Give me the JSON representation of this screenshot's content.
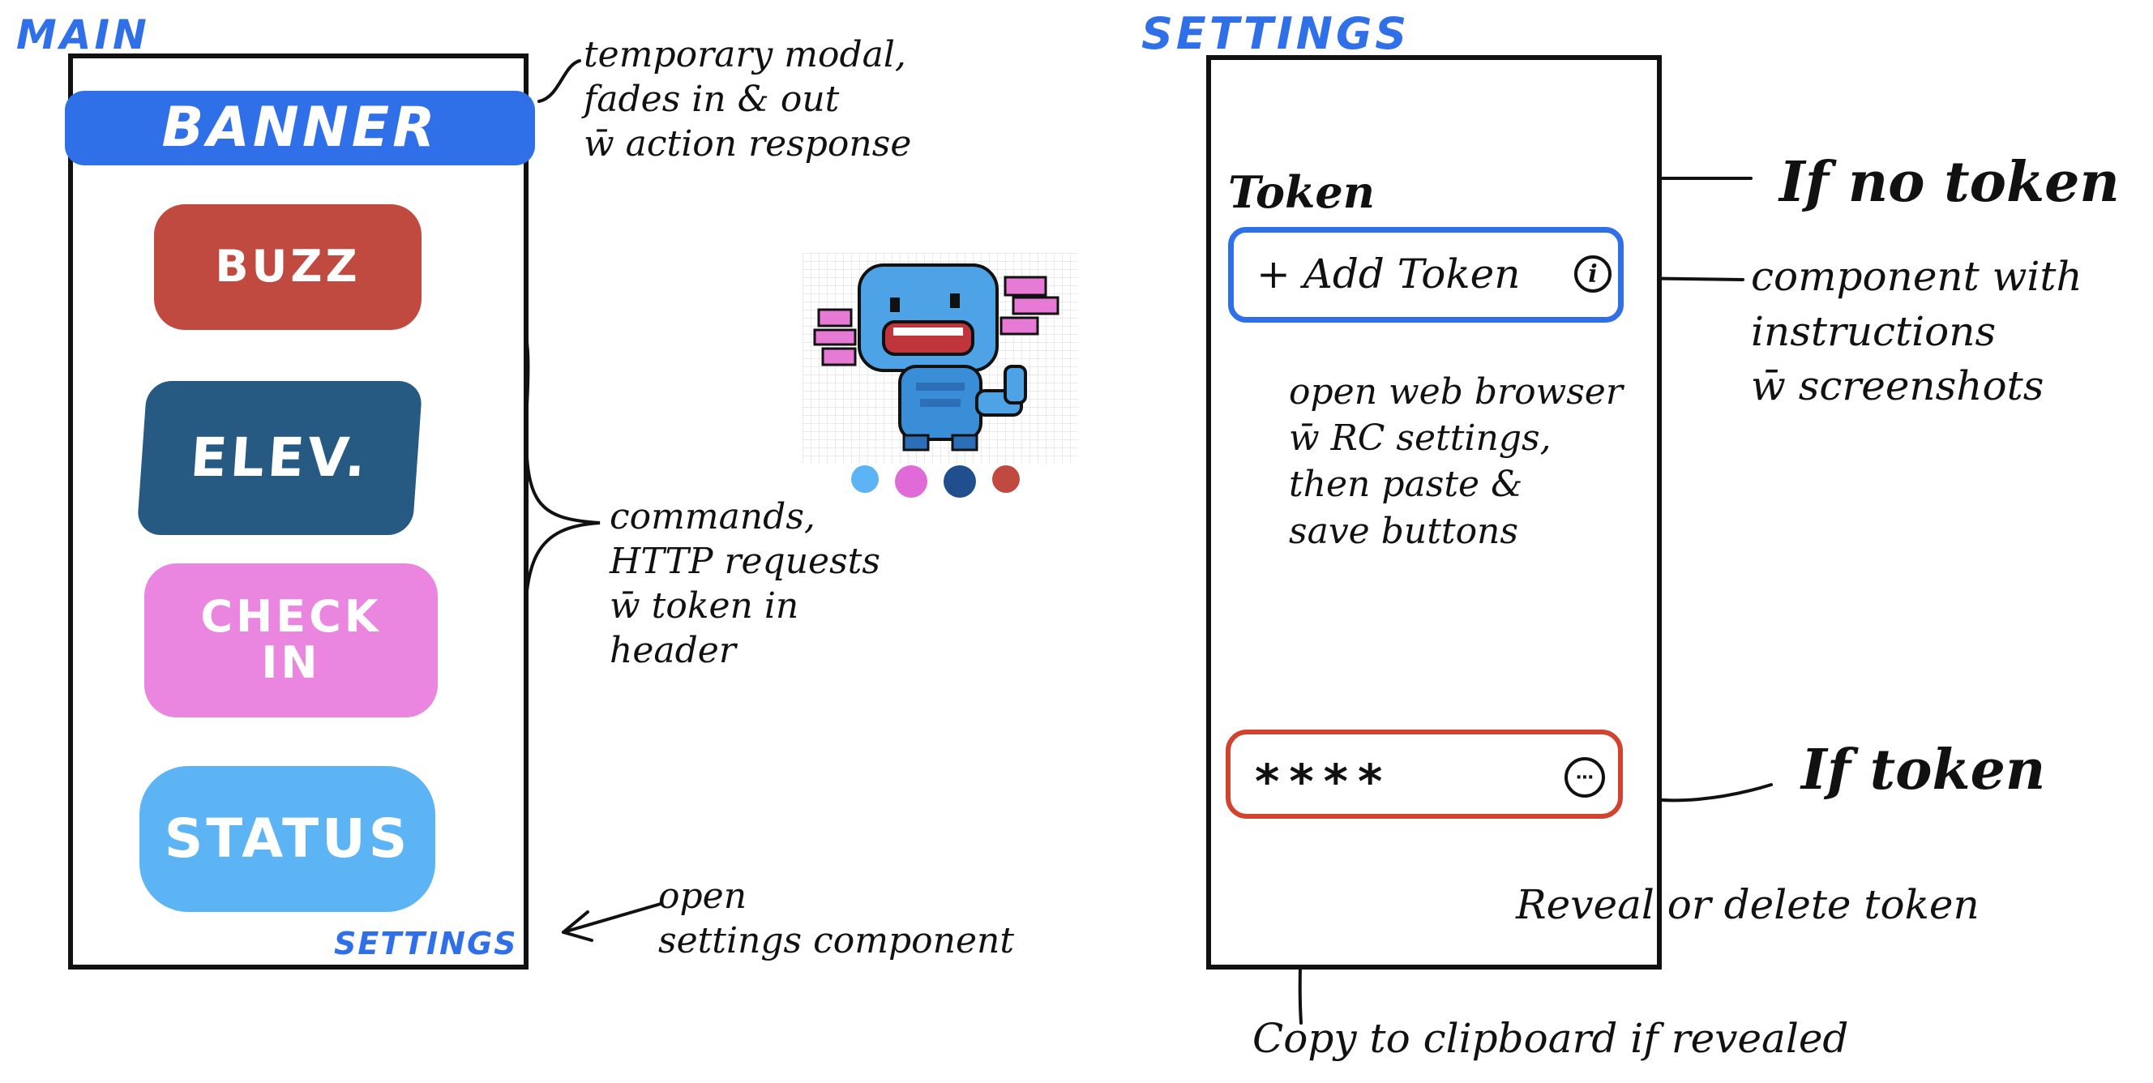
{
  "main": {
    "heading": "MAIN",
    "banner_label": "BANNER",
    "commands": [
      {
        "label": "BUZZ",
        "color": "#c04a40"
      },
      {
        "label": "ELEV.",
        "color": "#275a83"
      },
      {
        "label": "CHECK\nIN",
        "color": "#ea85e0"
      },
      {
        "label": "STATUS",
        "color": "#5db4f4"
      }
    ],
    "settings_link": "SETTINGS"
  },
  "settings": {
    "heading": "SETTINGS",
    "token_heading": "Token",
    "add_token_label": "+ Add Token",
    "masked_token": "****"
  },
  "annotations": {
    "banner": "temporary modal,\nfades in & out\n  w̄ action response",
    "commands": "commands,\nHTTP requests\nw̄ token in\nheader",
    "open_settings": "open\nsettings component",
    "if_no_token": "If no token",
    "info_component": "component with\ninstructions\nw̄ screenshots",
    "open_browser": "open web browser\n   w̄ RC settings,\nthen paste &\n  save buttons",
    "if_token": "If token",
    "reveal_delete": "Reveal or delete token",
    "copy": "Copy to clipboard if revealed"
  },
  "palette": [
    "#5db4f4",
    "#e06ad8",
    "#214f8e",
    "#c04a40"
  ],
  "colors": {
    "accent_blue": "#2f6fe8",
    "banner": "#2f6fe8",
    "add_token_border": "#2f6fe8",
    "token_border": "#d2432f"
  },
  "icons": {
    "info": "info-icon",
    "more": "more-icon",
    "mascot": "wooper-pixel-art"
  }
}
